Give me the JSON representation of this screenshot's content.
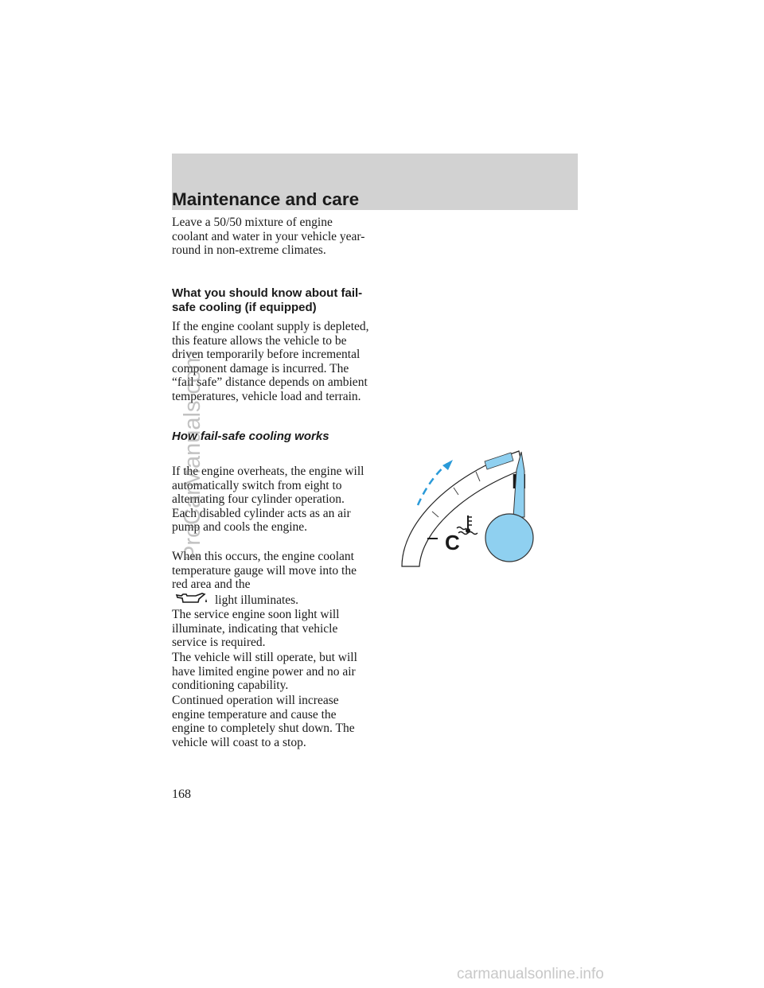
{
  "header": {
    "title": "Maintenance and care"
  },
  "paragraphs": {
    "p1": "Leave a 50/50 mixture of engine coolant and water in your vehicle year-round in non-extreme climates.",
    "h1": "What you should know about fail-safe cooling (if equipped)",
    "p2": "If the engine coolant supply is depleted, this feature allows the vehicle to be driven temporarily before incremental component damage is incurred. The “fail safe” distance depends on ambient temperatures, vehicle load and terrain.",
    "h2": "How fail-safe cooling works",
    "p3": "If the engine overheats, the engine will automatically switch from eight to alternating four cylinder operation. Each disabled cylinder acts as an air pump and cools the engine.",
    "p4a": "When this occurs, the engine coolant temperature gauge will move into the red area and the",
    "p4b": "light illuminates.",
    "p5": "The service engine soon light will illuminate, indicating that vehicle service is required.",
    "p6": "The vehicle will still operate, but will have limited engine power and no air conditioning capability.",
    "p7": "Continued operation will increase engine temperature and cause the engine to completely shut down. The vehicle will coast to a stop."
  },
  "gauge": {
    "hot_label": "H",
    "cold_label": "C"
  },
  "icons": {
    "inline": "oil-can-icon",
    "gauge": "coolant-temperature-icon"
  },
  "page_number": "168",
  "watermark": "ProCarManuals.com",
  "footer_watermark": "carmanualsonline.info",
  "colors": {
    "header_band": "#d2d2d2",
    "gauge_blue": "#8fd0f0",
    "arrow_blue": "#2a9ad8"
  }
}
